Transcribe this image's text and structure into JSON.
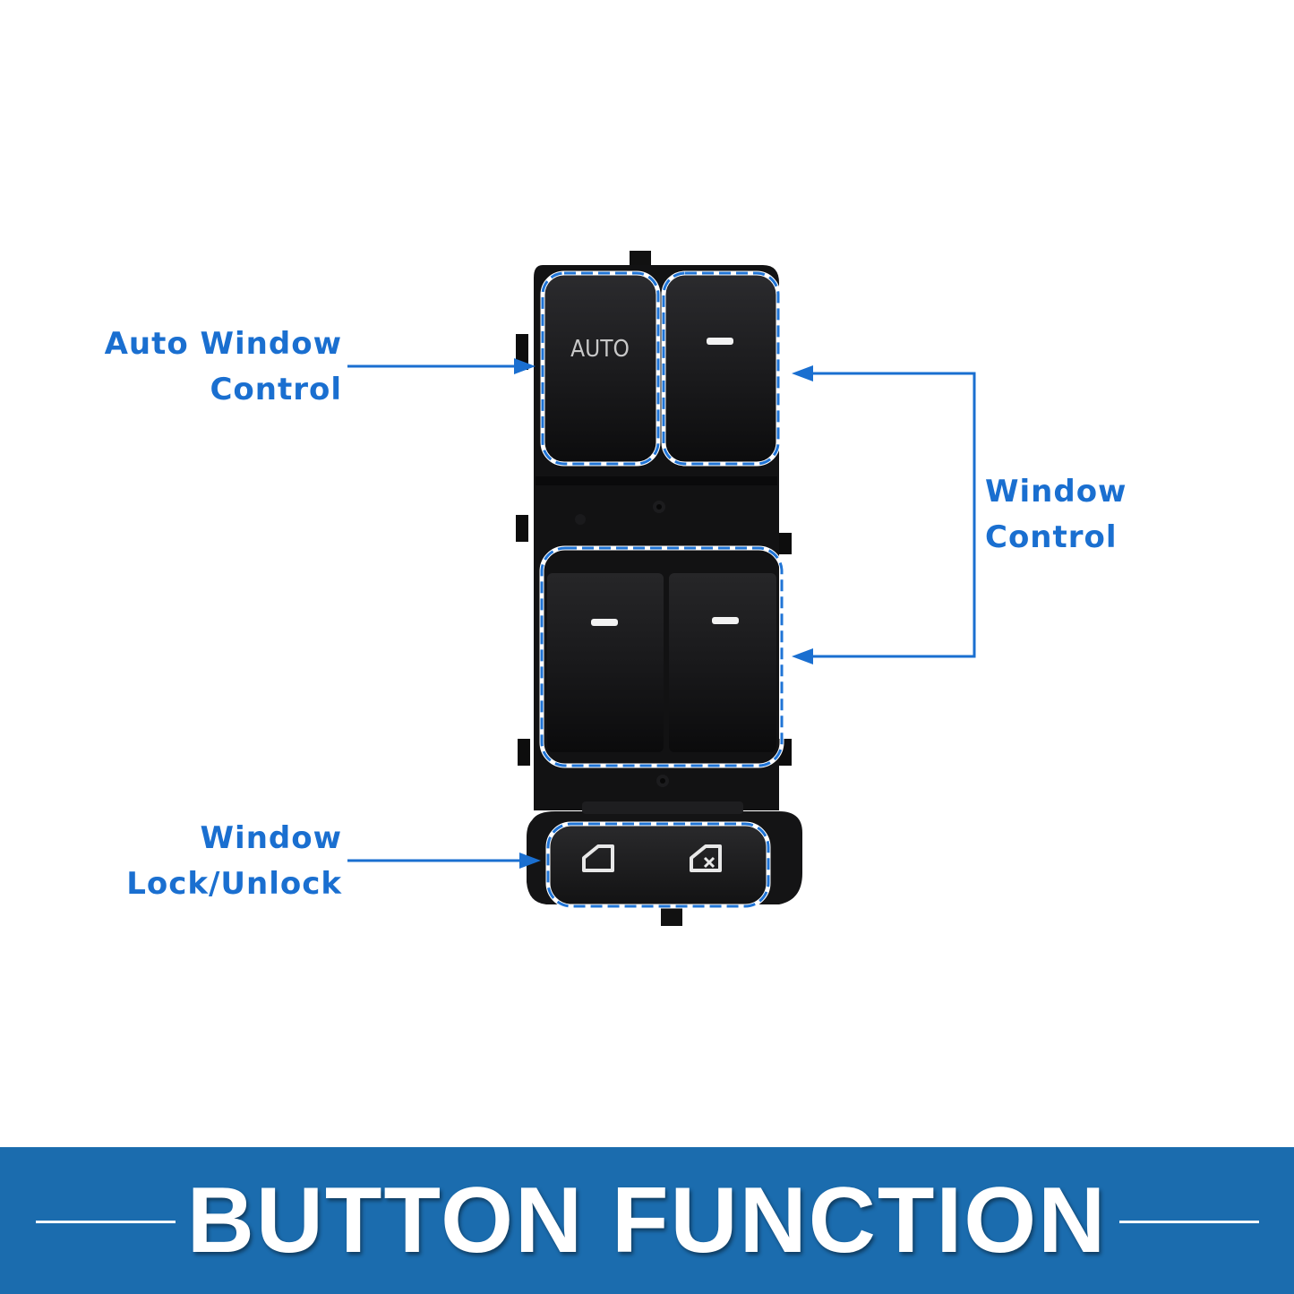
{
  "colors": {
    "accent": "#1a6fd0",
    "banner_bg": "#1b6cae",
    "banner_text": "#ffffff",
    "switch_body": "#121213",
    "button_face": "#1c1c1e",
    "outline": "#ffffff",
    "dash": "#1f74d6"
  },
  "labels": {
    "auto_window_control": [
      "Auto Window",
      "Control"
    ],
    "window_control": [
      "Window",
      "Control"
    ],
    "window_lock_unlock": [
      "Window",
      "Lock/Unlock"
    ]
  },
  "switch": {
    "auto_button_text": "AUTO",
    "lock_icon": "window-icon",
    "unlock_icon": "window-disabled-icon"
  },
  "banner": {
    "title": "BUTTON FUNCTION"
  }
}
